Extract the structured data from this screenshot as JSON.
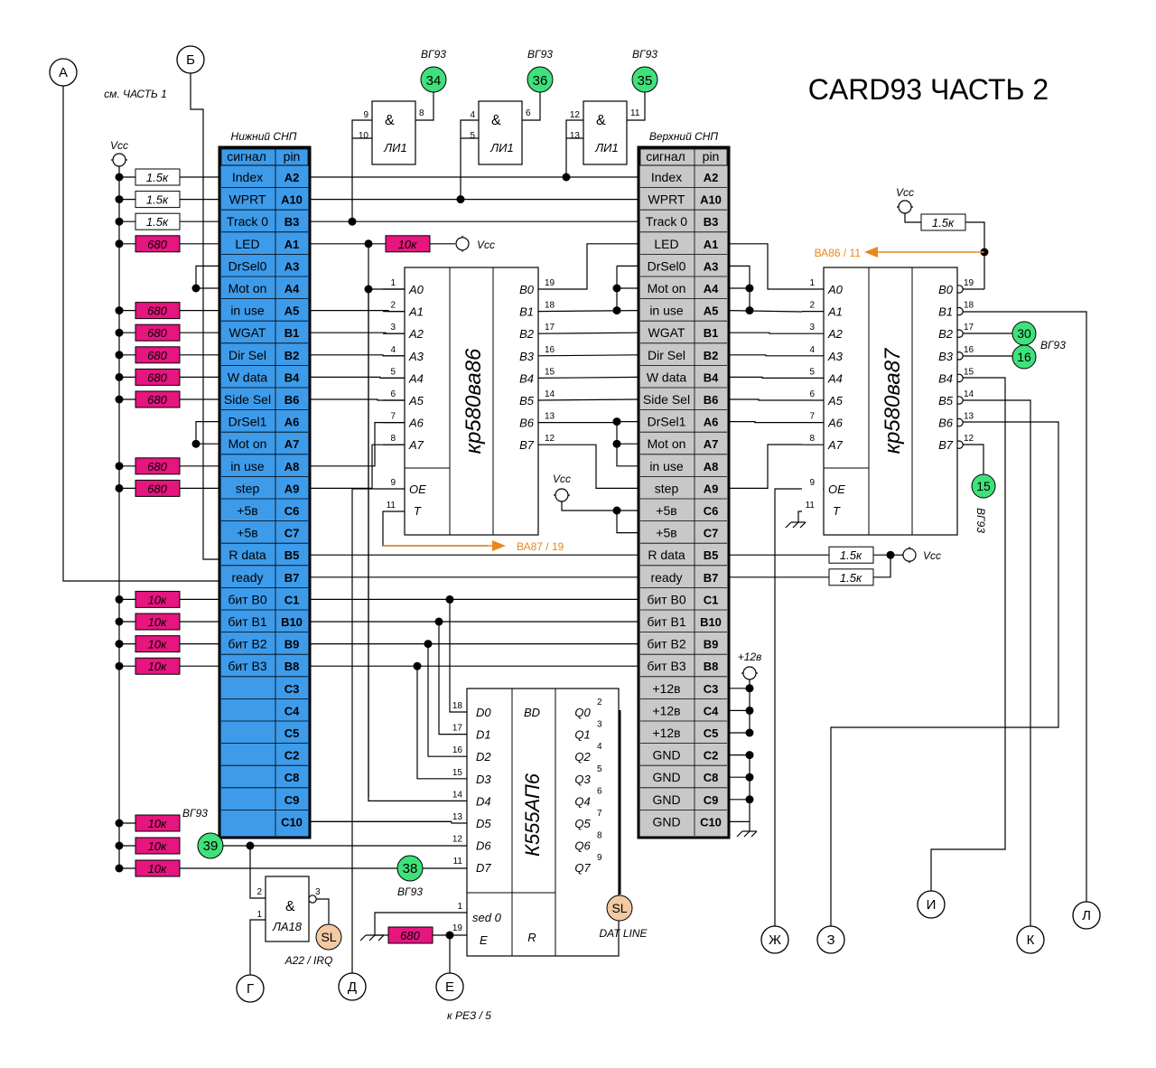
{
  "title": "CARD93  ЧАСТЬ 2",
  "see_part": "см. ЧАСТЬ 1",
  "lower_connector": {
    "title": "Нижний СНП",
    "header": {
      "signal": "сигнал",
      "pin": "pin"
    },
    "rows": [
      {
        "signal": "Index",
        "pin": "A2"
      },
      {
        "signal": "WPRT",
        "pin": "A10"
      },
      {
        "signal": "Track 0",
        "pin": "B3"
      },
      {
        "signal": "LED",
        "pin": "A1"
      },
      {
        "signal": "DrSel0",
        "pin": "A3"
      },
      {
        "signal": "Mot on",
        "pin": "A4"
      },
      {
        "signal": "in use",
        "pin": "A5"
      },
      {
        "signal": "WGAT",
        "pin": "B1"
      },
      {
        "signal": "Dir Sel",
        "pin": "B2"
      },
      {
        "signal": "W data",
        "pin": "B4"
      },
      {
        "signal": "Side Sel",
        "pin": "B6"
      },
      {
        "signal": "DrSel1",
        "pin": "A6"
      },
      {
        "signal": "Mot on",
        "pin": "A7"
      },
      {
        "signal": "in use",
        "pin": "A8"
      },
      {
        "signal": "step",
        "pin": "A9"
      },
      {
        "signal": "+5в",
        "pin": "C6"
      },
      {
        "signal": "+5в",
        "pin": "C7"
      },
      {
        "signal": "R data",
        "pin": "B5"
      },
      {
        "signal": "ready",
        "pin": "B7"
      },
      {
        "signal": "бит B0",
        "pin": "C1"
      },
      {
        "signal": "бит B1",
        "pin": "B10"
      },
      {
        "signal": "бит B2",
        "pin": "B9"
      },
      {
        "signal": "бит B3",
        "pin": "B8"
      },
      {
        "signal": "",
        "pin": "C3"
      },
      {
        "signal": "",
        "pin": "C4"
      },
      {
        "signal": "",
        "pin": "C5"
      },
      {
        "signal": "",
        "pin": "C2"
      },
      {
        "signal": "",
        "pin": "C8"
      },
      {
        "signal": "",
        "pin": "C9"
      },
      {
        "signal": "",
        "pin": "C10"
      }
    ]
  },
  "upper_connector": {
    "title": "Верхний СНП",
    "header": {
      "signal": "сигнал",
      "pin": "pin"
    },
    "rows": [
      {
        "signal": "Index",
        "pin": "A2"
      },
      {
        "signal": "WPRT",
        "pin": "A10"
      },
      {
        "signal": "Track 0",
        "pin": "B3"
      },
      {
        "signal": "LED",
        "pin": "A1"
      },
      {
        "signal": "DrSel0",
        "pin": "A3"
      },
      {
        "signal": "Mot on",
        "pin": "A4"
      },
      {
        "signal": "in use",
        "pin": "A5"
      },
      {
        "signal": "WGAT",
        "pin": "B1"
      },
      {
        "signal": "Dir Sel",
        "pin": "B2"
      },
      {
        "signal": "W data",
        "pin": "B4"
      },
      {
        "signal": "Side Sel",
        "pin": "B6"
      },
      {
        "signal": "DrSel1",
        "pin": "A6"
      },
      {
        "signal": "Mot on",
        "pin": "A7"
      },
      {
        "signal": "in use",
        "pin": "A8"
      },
      {
        "signal": "step",
        "pin": "A9"
      },
      {
        "signal": "+5в",
        "pin": "C6"
      },
      {
        "signal": "+5в",
        "pin": "C7"
      },
      {
        "signal": "R data",
        "pin": "B5"
      },
      {
        "signal": "ready",
        "pin": "B7"
      },
      {
        "signal": "бит B0",
        "pin": "C1"
      },
      {
        "signal": "бит B1",
        "pin": "B10"
      },
      {
        "signal": "бит B2",
        "pin": "B9"
      },
      {
        "signal": "бит B3",
        "pin": "B8"
      },
      {
        "signal": "+12в",
        "pin": "C3"
      },
      {
        "signal": "+12в",
        "pin": "C4"
      },
      {
        "signal": "+12в",
        "pin": "C5"
      },
      {
        "signal": "GND",
        "pin": "C2"
      },
      {
        "signal": "GND",
        "pin": "C8"
      },
      {
        "signal": "GND",
        "pin": "C9"
      },
      {
        "signal": "GND",
        "pin": "C10"
      }
    ]
  },
  "left_resistors": [
    "1.5к",
    "1.5к",
    "1.5к",
    "680",
    "680",
    "680",
    "680",
    "680",
    "680",
    "680",
    "680",
    "10к",
    "10к",
    "10к",
    "10к"
  ],
  "bottom_resistors": [
    "10к",
    "10к",
    "10к"
  ],
  "led_resistor": "10к",
  "vcc_label": "Vcc",
  "r_data_resistors": [
    "1.5к",
    "1.5к"
  ],
  "right_pullup": "1.5к",
  "e_resistor": "680",
  "v12_label": "+12в",
  "gates": [
    {
      "in_a": "9",
      "in_b": "10",
      "out": "8",
      "sym": "&",
      "name": "ЛИ1",
      "tp": "34",
      "tp_label": "ВГ93"
    },
    {
      "in_a": "4",
      "in_b": "5",
      "out": "6",
      "sym": "&",
      "name": "ЛИ1",
      "tp": "36",
      "tp_label": "ВГ93"
    },
    {
      "in_a": "12",
      "in_b": "13",
      "out": "11",
      "sym": "&",
      "name": "ЛИ1",
      "tp": "35",
      "tp_label": "ВГ93"
    }
  ],
  "chip86": {
    "name": "кр580ва86",
    "a_pins": [
      {
        "num": "1",
        "name": "A0"
      },
      {
        "num": "2",
        "name": "A1"
      },
      {
        "num": "3",
        "name": "A2"
      },
      {
        "num": "4",
        "name": "A3"
      },
      {
        "num": "5",
        "name": "A4"
      },
      {
        "num": "6",
        "name": "A5"
      },
      {
        "num": "7",
        "name": "A6"
      },
      {
        "num": "8",
        "name": "A7"
      }
    ],
    "b_pins": [
      {
        "num": "19",
        "name": "B0"
      },
      {
        "num": "18",
        "name": "B1"
      },
      {
        "num": "17",
        "name": "B2"
      },
      {
        "num": "16",
        "name": "B3"
      },
      {
        "num": "15",
        "name": "B4"
      },
      {
        "num": "14",
        "name": "B5"
      },
      {
        "num": "13",
        "name": "B6"
      },
      {
        "num": "12",
        "name": "B7"
      }
    ],
    "oe": {
      "num": "9",
      "name": "OE"
    },
    "t": {
      "num": "11",
      "name": "T"
    },
    "arrow_label": "ВА87 / 19"
  },
  "chip87": {
    "name": "кр580ва87",
    "a_pins": [
      {
        "num": "1",
        "name": "A0"
      },
      {
        "num": "2",
        "name": "A1"
      },
      {
        "num": "3",
        "name": "A2"
      },
      {
        "num": "4",
        "name": "A3"
      },
      {
        "num": "5",
        "name": "A4"
      },
      {
        "num": "6",
        "name": "A5"
      },
      {
        "num": "7",
        "name": "A6"
      },
      {
        "num": "8",
        "name": "A7"
      }
    ],
    "b_pins": [
      {
        "num": "19",
        "name": "B0"
      },
      {
        "num": "18",
        "name": "B1"
      },
      {
        "num": "17",
        "name": "B2"
      },
      {
        "num": "16",
        "name": "B3"
      },
      {
        "num": "15",
        "name": "B4"
      },
      {
        "num": "14",
        "name": "B5"
      },
      {
        "num": "13",
        "name": "B6"
      },
      {
        "num": "12",
        "name": "B7"
      }
    ],
    "oe": {
      "num": "9",
      "name": "OE"
    },
    "t": {
      "num": "11",
      "name": "T"
    },
    "arrow_label": "ВА86 / 11"
  },
  "chip555": {
    "name": "К555АП6",
    "bd": "BD",
    "r": "R",
    "d_pins": [
      {
        "num": "18",
        "name": "D0"
      },
      {
        "num": "17",
        "name": "D1"
      },
      {
        "num": "16",
        "name": "D2"
      },
      {
        "num": "15",
        "name": "D3"
      },
      {
        "num": "14",
        "name": "D4"
      },
      {
        "num": "13",
        "name": "D5"
      },
      {
        "num": "12",
        "name": "D6"
      },
      {
        "num": "11",
        "name": "D7"
      }
    ],
    "q_pins": [
      {
        "num": "2",
        "name": "Q0"
      },
      {
        "num": "3",
        "name": "Q1"
      },
      {
        "num": "4",
        "name": "Q2"
      },
      {
        "num": "5",
        "name": "Q3"
      },
      {
        "num": "6",
        "name": "Q4"
      },
      {
        "num": "7",
        "name": "Q5"
      },
      {
        "num": "8",
        "name": "Q6"
      },
      {
        "num": "9",
        "name": "Q7"
      }
    ],
    "sed": {
      "num": "1",
      "name": "sed 0"
    },
    "e": {
      "num": "19",
      "name": "E"
    }
  },
  "nand": {
    "sym": "&",
    "name": "ЛА18",
    "in_a": "2",
    "in_b": "1",
    "out": "3"
  },
  "test_points": {
    "tp30": "30",
    "tp16": "16",
    "tp30_label": "ВГ93",
    "tp15": "15",
    "tp15_label": "ВГ93",
    "tp39": "39",
    "tp39_label": "ВГ93",
    "tp38": "38",
    "tp38_label": "ВГ93"
  },
  "sl": {
    "text": "SL",
    "irq_label": "A22 / IRQ",
    "dat_label": "DAT LINE"
  },
  "ports": {
    "A": "А",
    "B": "Б",
    "G": "Г",
    "D": "Д",
    "E": "Е",
    "ZH": "Ж",
    "Z": "З",
    "I": "И",
    "K": "К",
    "L": "Л"
  },
  "e_note": "к РЕЗ / 5",
  "colors": {
    "lower_conn": "#3d9bea",
    "upper_conn": "#c8c8c8",
    "resistor_red": "#e6157f",
    "test_point": "#3ee17a",
    "sl": "#f1c9a3",
    "arrow": "#e8871e"
  }
}
